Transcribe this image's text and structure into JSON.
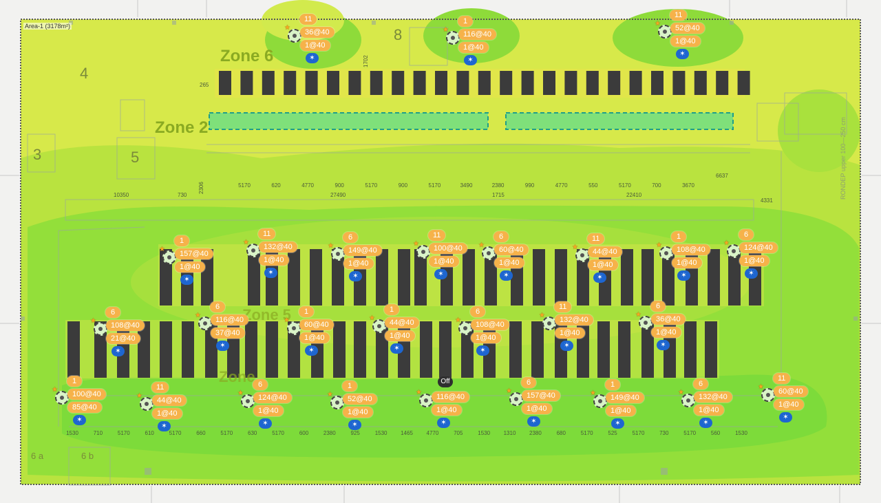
{
  "area": {
    "label": "Area-1 (3178m²)"
  },
  "zones": {
    "z6": "Zone 6",
    "z2": "Zone 2",
    "z5": "Zone 5",
    "z_lower": "Zone"
  },
  "room_numbers": {
    "n8": "8",
    "n4": "4",
    "n3": "3",
    "n5": "5",
    "n6a": "6 a",
    "n6b": "6 b"
  },
  "dims": {
    "a": "10350",
    "b": "730",
    "c": "27490",
    "d": "1715",
    "e": "22410",
    "f": "6637",
    "g": "4331",
    "h": "1702",
    "i": "2306",
    "j": "265",
    "row1": [
      "5170",
      "620",
      "4770",
      "900",
      "5170",
      "900",
      "5170",
      "3490",
      "2380",
      "990",
      "4770",
      "550",
      "5170",
      "700",
      "3670"
    ],
    "row2": [
      "1530",
      "710",
      "5170",
      "610",
      "5170",
      "660",
      "5170",
      "630",
      "5170",
      "600",
      "2380",
      "925",
      "1530",
      "1465",
      "4770",
      "705",
      "1530",
      "1310",
      "2380",
      "680",
      "5170",
      "525",
      "5170",
      "730",
      "5170",
      "560",
      "1530"
    ],
    "wall_text": "RONDEP upper 100—250 cm"
  },
  "off_label": "Off",
  "bluetooth_icon": "bluetooth-icon",
  "access_points": [
    {
      "ch": "11",
      "r1": "36@40",
      "r2": "1@40"
    },
    {
      "ch": "1",
      "r1": "116@40",
      "r2": "1@40"
    },
    {
      "ch": "11",
      "r1": "52@40",
      "r2": "1@40"
    },
    {
      "ch": "1",
      "r1": "157@40",
      "r2": "1@40"
    },
    {
      "ch": "11",
      "r1": "132@40",
      "r2": "1@40"
    },
    {
      "ch": "6",
      "r1": "149@40",
      "r2": "1@40"
    },
    {
      "ch": "11",
      "r1": "100@40",
      "r2": "1@40"
    },
    {
      "ch": "6",
      "r1": "60@40",
      "r2": "1@40"
    },
    {
      "ch": "11",
      "r1": "44@40",
      "r2": "1@40"
    },
    {
      "ch": "1",
      "r1": "108@40",
      "r2": "1@40"
    },
    {
      "ch": "6",
      "r1": "124@40",
      "r2": "1@40"
    },
    {
      "ch": "6",
      "r1": "108@40",
      "r2": "21@40"
    },
    {
      "ch": "6",
      "r1": "116@40",
      "r2": "37@40"
    },
    {
      "ch": "1",
      "r1": "60@40",
      "r2": "1@40"
    },
    {
      "ch": "1",
      "r1": "44@40",
      "r2": "1@40"
    },
    {
      "ch": "6",
      "r1": "108@40",
      "r2": "1@40"
    },
    {
      "ch": "11",
      "r1": "132@40",
      "r2": "1@40"
    },
    {
      "ch": "6",
      "r1": "36@40",
      "r2": "1@40"
    },
    {
      "ch": "1",
      "r1": "100@40",
      "r2": "85@40"
    },
    {
      "ch": "11",
      "r1": "44@40",
      "r2": "1@40"
    },
    {
      "ch": "6",
      "r1": "124@40",
      "r2": "1@40"
    },
    {
      "ch": "1",
      "r1": "52@40",
      "r2": "1@40"
    },
    {
      "ch": "",
      "r1": "116@40",
      "r2": "1@40"
    },
    {
      "ch": "6",
      "r1": "157@40",
      "r2": "1@40"
    },
    {
      "ch": "1",
      "r1": "149@40",
      "r2": "1@40"
    },
    {
      "ch": "6",
      "r1": "132@40",
      "r2": "1@40"
    },
    {
      "ch": "11",
      "r1": "60@40",
      "r2": "1@40"
    }
  ]
}
